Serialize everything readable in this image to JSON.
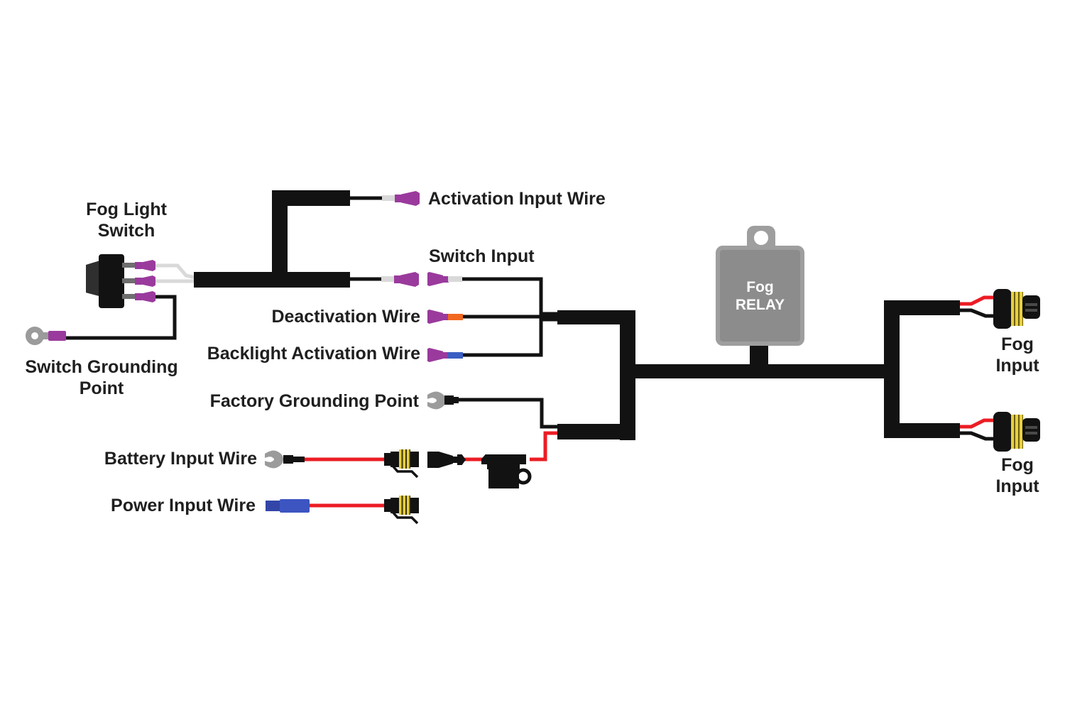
{
  "title": "Fog light wiring harness diagram",
  "colors": {
    "black": "#121212",
    "purple": "#9a3a9d",
    "orange": "#f2671f",
    "wire_blue": "#3a5ec4",
    "power_blue_dark": "#3346a8",
    "power_blue": "#3d55c1",
    "red": "#ec1c24",
    "metal_gray": "#9b9b9b",
    "relay_border": "#9e9e9e",
    "relay_fill": "#8c8c8c",
    "yellow": "#e6d041",
    "wire_white": "#d9d9d9",
    "stub_gray": "#6e6e6e",
    "text": "#1f1f1f"
  },
  "labels": {
    "fog_light_switch": "Fog Light\nSwitch",
    "switch_grounding_point": "Switch Grounding\nPoint",
    "activation_input_wire": "Activation Input Wire",
    "switch_input": "Switch Input",
    "deactivation_wire": "Deactivation Wire",
    "backlight_activation_wire": "Backlight Activation Wire",
    "factory_grounding_point": "Factory Grounding Point",
    "battery_input_wire": "Battery Input Wire",
    "power_input_wire": "Power Input Wire",
    "fog_relay": "Fog\nRELAY",
    "fog_input_top": "Fog\nInput",
    "fog_input_bottom": "Fog\nInput"
  }
}
